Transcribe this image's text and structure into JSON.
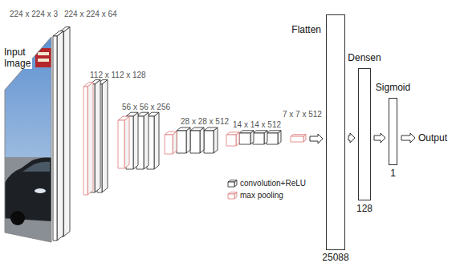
{
  "diagram": {
    "nodes": [
      {
        "text": [
          "Flatten",
          "25088"
        ]
      },
      {
        "text": [
          "Densen",
          "128"
        ]
      },
      {
        "text": [
          "Sigmoid",
          "1"
        ]
      }
    ],
    "edges": [
      {
        "from": 0,
        "to": 1,
        "arrow": "to"
      },
      {
        "from": 1,
        "to": 2,
        "arrow": "to"
      }
    ],
    "labels": [
      "224 x 224 x 3",
      "Input Image",
      "224 x 224 x 64",
      "112 x 112 x 128",
      "56 x 56 x 256",
      "28 x 28 x 512",
      "14 x 14 x 512",
      "7 x 7 x 512",
      "Output"
    ],
    "legend": [
      {
        "text": "convolution+ReLU"
      },
      {
        "text": "max pooling"
      }
    ]
  }
}
